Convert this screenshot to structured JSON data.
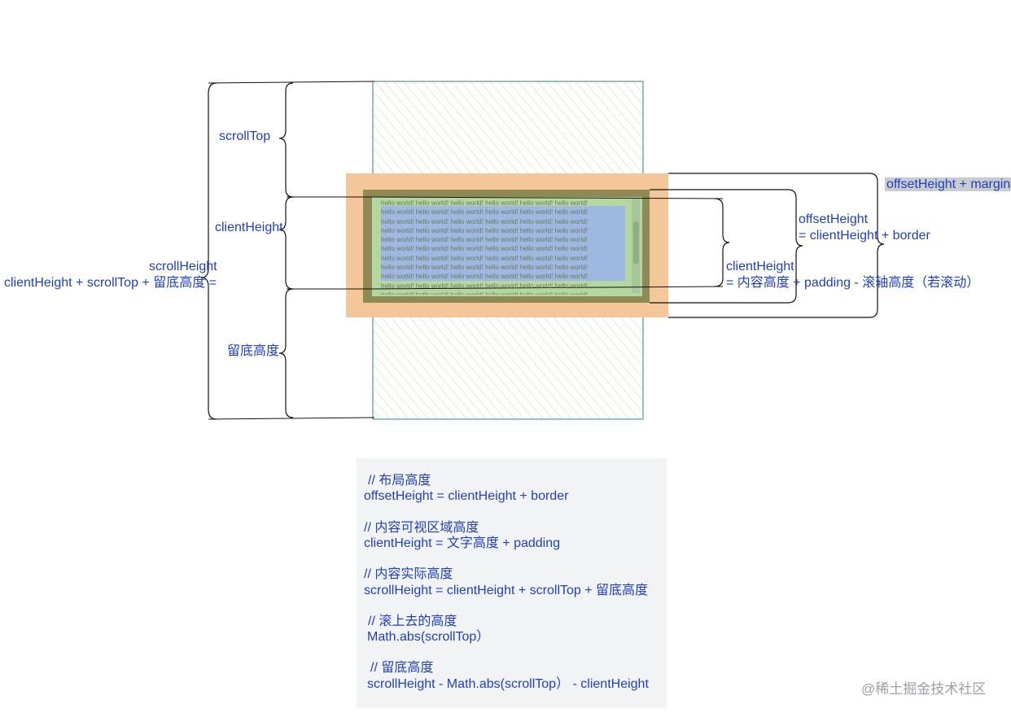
{
  "labels": {
    "scroll_top": "scrollTop",
    "client_height_left": "clientHeight",
    "scroll_height_title": "scrollHeight",
    "scroll_height_formula": "clientHeight + scrollTop + 留底高度 =",
    "bottom_remaining": "留底高度",
    "offset_height_margin": "offsetHeight + margin",
    "offset_height_title": "offsetHeight",
    "offset_height_formula": "= clientHeight + border",
    "client_height_right_title": "clientHeight",
    "client_height_right_formula": "= 内容高度 + padding - 滚轴高度（若滚动）"
  },
  "sample_text": {
    "line": "hello world!  hello world!  hello world!  hello world!  hello world!  hello world!",
    "line_count": 11
  },
  "code_notes": [
    {
      "comment": "// 布局高度",
      "formula": "offsetHeight  = clientHeight + border"
    },
    {
      "comment": "// 内容可视区域高度",
      "formula": "clientHeight  = 文字高度 + padding"
    },
    {
      "comment": "// 内容实际高度",
      "formula": "scrollHeight  = clientHeight + scrollTop + 留底高度"
    },
    {
      "comment": "// 滚上去的高度",
      "formula": "Math.abs(scrollTop）"
    },
    {
      "comment": "// 留底高度",
      "formula": "scrollHeight  -  Math.abs(scrollTop）  -  clientHeight"
    }
  ],
  "watermark": "@稀土掘金技术社区",
  "colors": {
    "label_text": "#1f3fbf",
    "margin_fill": "#f4c79a",
    "border_fill": "#8f8a55",
    "padding_fill": "#b4d6a0",
    "content_fill": "#9fb8e2",
    "hatch_stroke": "#b8d6b0",
    "scroll_area_border": "#2a8a86",
    "code_bg": "#f2f3f5"
  }
}
